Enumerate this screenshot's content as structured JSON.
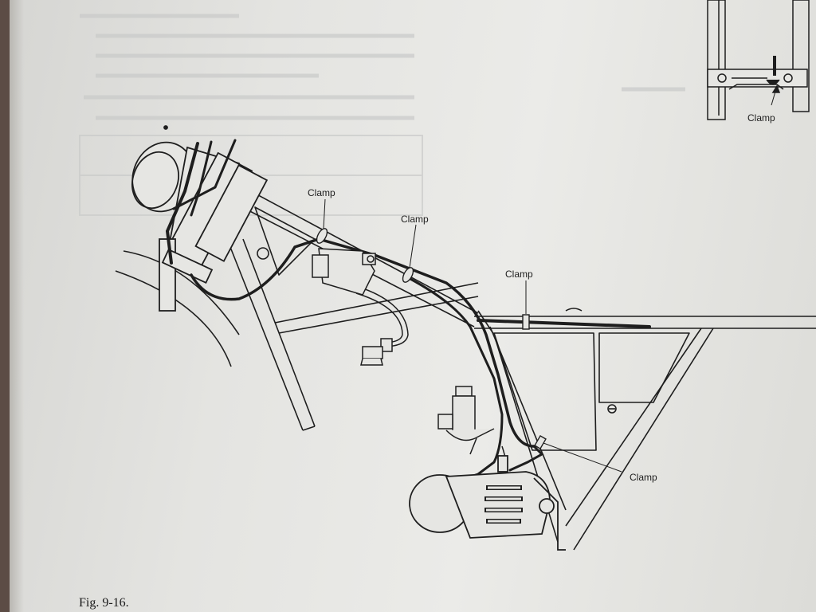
{
  "figure": {
    "caption": "Fig. 9-16."
  },
  "callouts": {
    "clamp_frame_1": "Clamp",
    "clamp_frame_2": "Clamp",
    "clamp_frame_3": "Clamp",
    "clamp_lower": "Clamp",
    "clamp_inset": "Clamp"
  },
  "colors": {
    "paper": "#e4e4e1",
    "ink": "#1e1e1e",
    "bleed_through": "#c4c5c4"
  },
  "icons": [
    "headlight",
    "frame",
    "cable",
    "carburetor",
    "engine",
    "spark-plug-cap",
    "fork-inset"
  ]
}
